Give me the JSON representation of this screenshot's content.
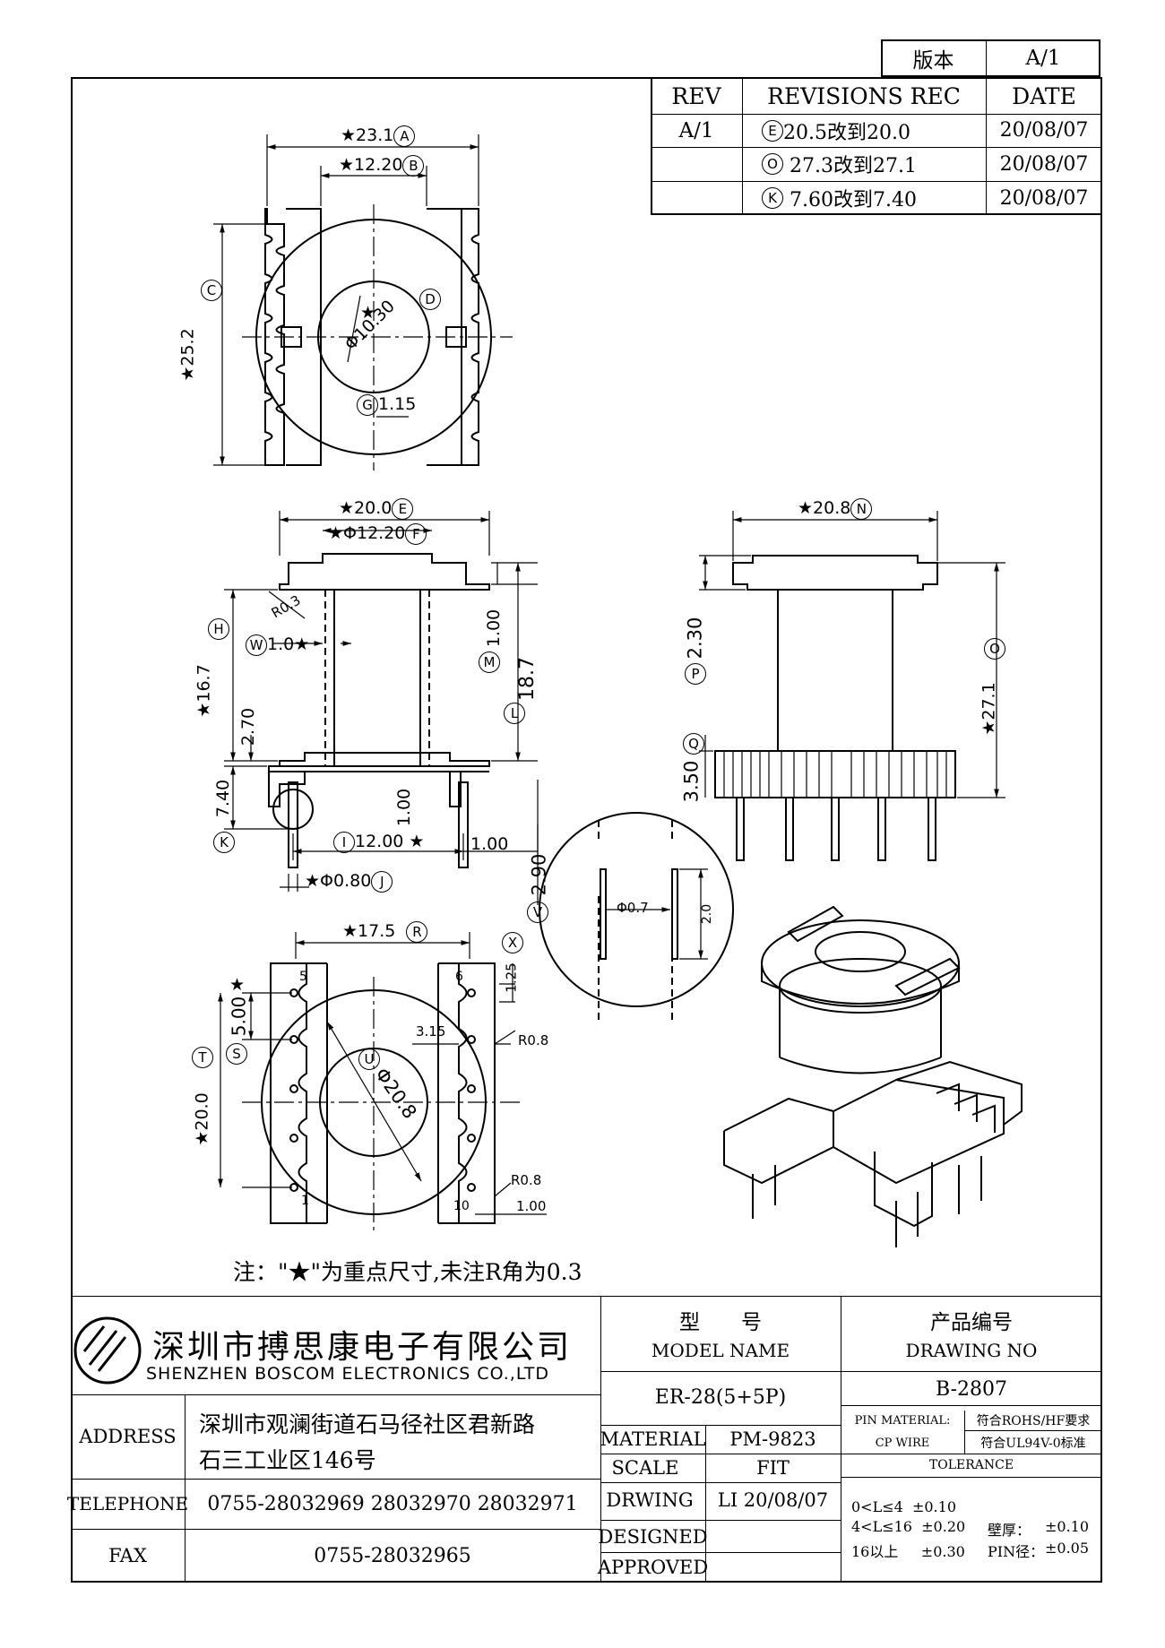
{
  "version_box": {
    "label": "版本",
    "value": "A/1"
  },
  "revisions": {
    "headers": {
      "rev": "REV",
      "rec": "REVISIONS REC",
      "date": "DATE"
    },
    "rev_value": "A/1",
    "rows": [
      {
        "mark": "E",
        "text": "20.5改到20.0",
        "date": "20/08/07"
      },
      {
        "mark": "O",
        "text": "27.3改到27.1",
        "date": "20/08/07"
      },
      {
        "mark": "K",
        "text": "7.60改到7.40",
        "date": "20/08/07"
      }
    ]
  },
  "dims": {
    "top_width": "★23.1",
    "top_width_mark": "A",
    "top_inner": "★12.20",
    "top_inner_mark": "B",
    "top_height": "★25.2",
    "top_height_mark": "C",
    "top_bore": "Φ10.30",
    "top_bore_mark": "D",
    "top_star": "★",
    "top_slot": "1.15",
    "top_slot_mark": "G",
    "side_width": "★20.0",
    "side_width_mark": "E",
    "side_tube": "★Φ12.20",
    "side_tube_mark": "F",
    "side_r03": "R0.3",
    "side_height": "★16.7",
    "side_height_mark": "H",
    "side_wall": "1.0★",
    "side_wall_mark": "W",
    "side_flange": "1.00",
    "side_flange_mark": "M",
    "side_total": "18.7",
    "side_total_mark": "L",
    "side_270": "2.70",
    "side_740": "7.40",
    "side_740_mark": "K",
    "side_base": "1.00",
    "side_pitch": "12.00 ★",
    "side_pitch_mark": "I",
    "side_pin_off": "1.00",
    "side_pin_dia": "★Φ0.80",
    "side_pin_dia_mark": "J",
    "right_width": "★20.8",
    "right_width_mark": "N",
    "right_230": "2.30",
    "right_230_mark": "P",
    "right_height": "★27.1",
    "right_height_mark": "O",
    "right_350": "3.50",
    "right_350_mark": "Q",
    "detail_290": "2.90",
    "detail_290_mark": "V",
    "detail_dia": "Φ0.7",
    "detail_20": "2.0",
    "bottom_width": "★17.5",
    "bottom_width_mark": "R",
    "bottom_star": "★",
    "bottom_500": "5.00",
    "bottom_500_mark": "S",
    "bottom_height": "★20.0",
    "bottom_height_mark": "T",
    "bottom_dia": "Φ20.8",
    "bottom_dia_mark": "U",
    "bottom_125": "1.25",
    "bottom_125_mark": "X",
    "bottom_315": "3.15",
    "bottom_r08a": "R0.8",
    "bottom_r08b": "R0.8",
    "bottom_100": "1.00",
    "pin_5": "5",
    "pin_6": "6",
    "pin_1": "1",
    "pin_10": "10"
  },
  "note": "注：\"★\"为重点尺寸,未注R角为0.3",
  "company": {
    "name_cn": "深圳市搏思康电子有限公司",
    "name_en": "SHENZHEN BOSCOM ELECTRONICS CO.,LTD",
    "address_label": "ADDRESS",
    "address_line1": "深圳市观澜街道石马径社区君新路",
    "address_line2": "石三工业区146号",
    "telephone_label": "TELEPHONE",
    "telephone": "0755-28032969 28032970 28032971",
    "fax_label": "FAX",
    "fax": "0755-28032965"
  },
  "title_block": {
    "model_cn": "型　　号",
    "model_en": "MODEL NAME",
    "model_value": "ER-28(5+5P)",
    "drawing_cn": "产品编号",
    "drawing_en": "DRAWING NO",
    "drawing_value": "B-2807",
    "material_label": "MATERIAL",
    "material_value": "PM-9823",
    "scale_label": "SCALE",
    "scale_value": "FIT",
    "drwing_label": "DRWING",
    "drwing_value": "LI 20/08/07",
    "designed_label": "DESIGNED",
    "approved_label": "APPROVED",
    "pin_material_label": "PIN MATERIAL:",
    "pin_material_value": "符合ROHS/HF要求",
    "cp_wire_label": "CP WIRE",
    "cp_wire_value": "符合UL94V-0标准",
    "tolerance_label": "TOLERANCE",
    "tol_1": "0<L≤4  ±0.10",
    "tol_2": "4<L≤16  ±0.20",
    "tol_3": "16以上     ±0.30",
    "wall_label": "壁厚：",
    "wall_value": "±0.10",
    "pin_label": "PIN径：",
    "pin_value": "±0.05"
  }
}
